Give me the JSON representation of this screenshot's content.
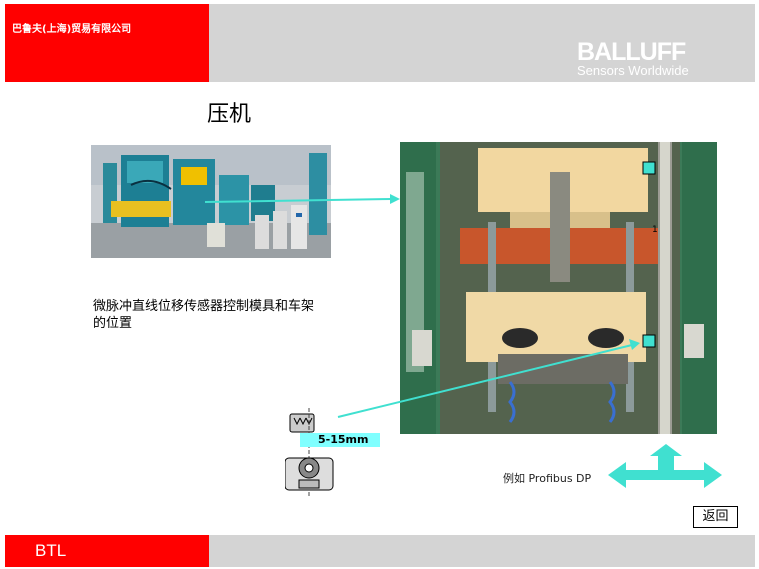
{
  "header": {
    "company_name": "巴鲁夫(上海)贸易有限公司",
    "brand": "BALLUFF",
    "tagline": "Sensors Worldwide"
  },
  "page": {
    "title": "压机",
    "caption": "微脉冲直线位移传感器控制模具和车架的位置"
  },
  "diagram": {
    "stroke_label": "5-15mm",
    "press_marker": "1",
    "bus_label": "例如 Profibus DP"
  },
  "actions": {
    "back_label": "返回"
  },
  "footer": {
    "label": "BTL"
  },
  "colors": {
    "brand_red": "#ff0000",
    "header_gray": "#d4d4d4",
    "accent_cyan": "#40e0d0"
  }
}
